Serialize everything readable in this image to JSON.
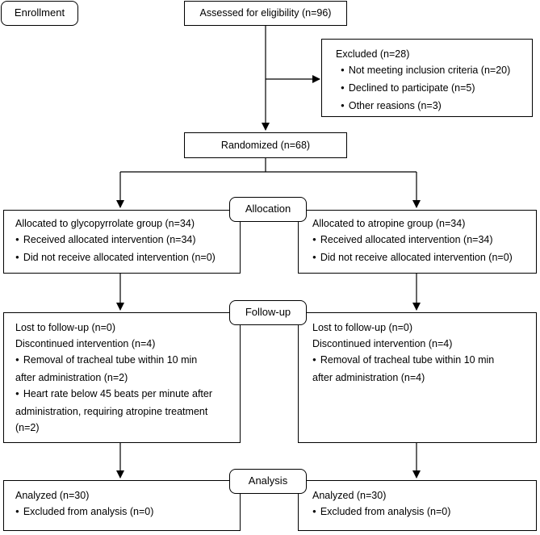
{
  "stages": {
    "enrollment": "Enrollment",
    "allocation": "Allocation",
    "followup": "Follow-up",
    "analysis": "Analysis"
  },
  "assessed": "Assessed for eligibility (n=96)",
  "excluded": {
    "title": "Excluded (n=28)",
    "items": [
      "Not meeting inclusion criteria  (n=20)",
      "Declined to participate (n=5)",
      "Other reasions (n=3)"
    ]
  },
  "randomized": "Randomized (n=68)",
  "left": {
    "allocation": {
      "title": "Allocated to glycopyrrolate group (n=34)",
      "items": [
        "Received allocated intervention (n=34)",
        "Did not receive allocated intervention (n=0)"
      ]
    },
    "followup": {
      "lost": "Lost to follow-up (n=0)",
      "discontinued": "Discontinued intervention (n=4)",
      "b1_l1": "Removal of tracheal tube within 10 min",
      "b1_l2": "after administration (n=2)",
      "b2_l1": "Heart rate below 45 beats per minute after",
      "b2_l2": "administration, requiring atropine treatment",
      "b2_l3": "(n=2)"
    },
    "analysis": {
      "title": "Analyzed (n=30)",
      "item": "Excluded from analysis (n=0)"
    }
  },
  "right": {
    "allocation": {
      "title": "Allocated to atropine group (n=34)",
      "items": [
        "Received allocated intervention (n=34)",
        "Did not receive allocated intervention (n=0)"
      ]
    },
    "followup": {
      "lost": "Lost to follow-up (n=0)",
      "discontinued": "Discontinued intervention (n=4)",
      "b1_l1": "Removal of tracheal tube within 10 min",
      "b1_l2": "after administration (n=4)"
    },
    "analysis": {
      "title": "Analyzed (n=30)",
      "item": "Excluded from analysis (n=0)"
    }
  }
}
